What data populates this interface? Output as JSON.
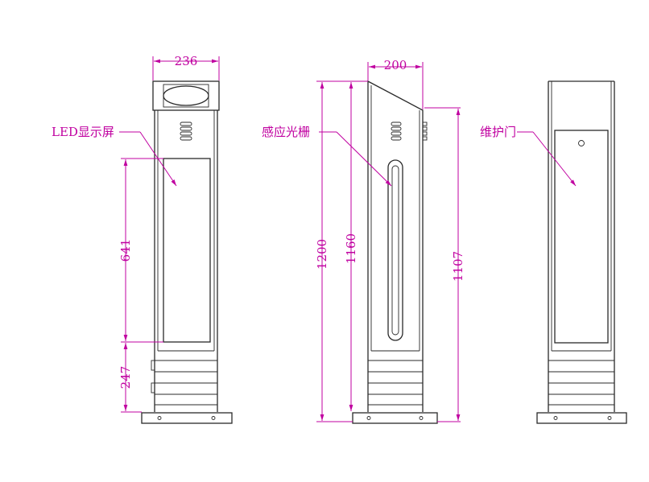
{
  "colors": {
    "annotation": "#c000a0",
    "outline": "#2a2a2a",
    "background": "#ffffff"
  },
  "labels": {
    "led_screen": "LED显示屏",
    "sensor_grating": "感应光栅",
    "maintenance_door": "维护门"
  },
  "dimensions": {
    "front_width": "236",
    "side_width": "200",
    "screen_height": "641",
    "base_height": "247",
    "total_height": "1200",
    "sensor_height": "1160",
    "door_height": "1107"
  }
}
